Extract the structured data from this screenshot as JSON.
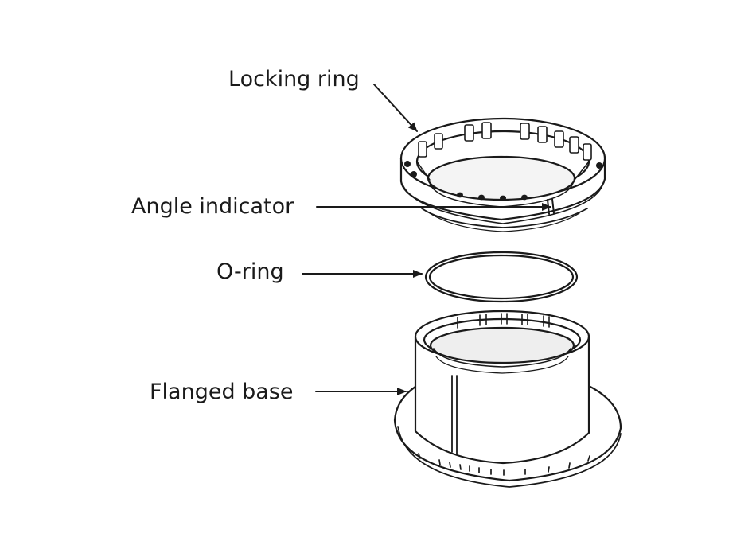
{
  "labels": {
    "locking_ring": "Locking ring",
    "angle_indicator": "Angle indicator",
    "o_ring": "O-ring",
    "flanged_base": "Flanged base"
  },
  "colors": {
    "line": "#1a1a1a",
    "fill": "#ffffff",
    "shade": "#e9e9e9"
  }
}
